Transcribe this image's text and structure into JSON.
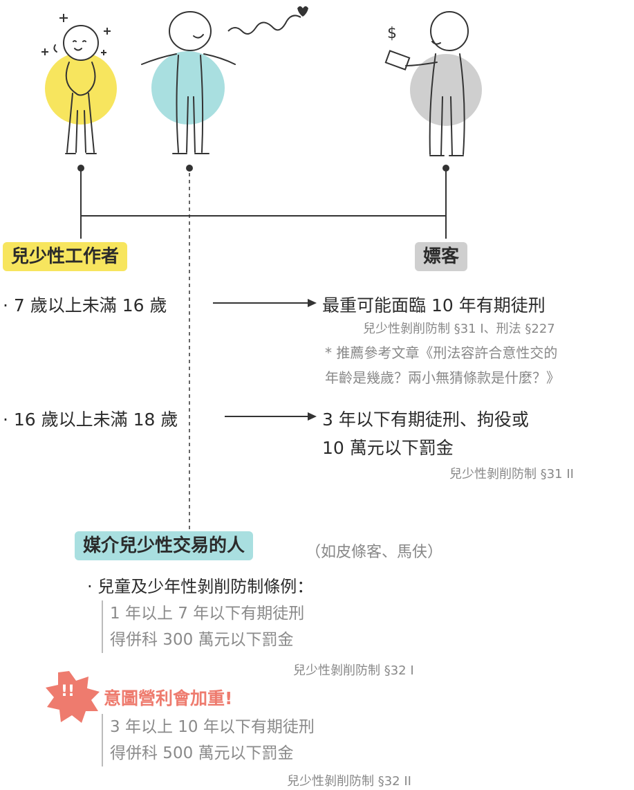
{
  "colors": {
    "yellow": "#f7e55e",
    "teal": "#a9dfe0",
    "gray": "#cfcfcf",
    "red": "#ee7b6e",
    "line": "#333333"
  },
  "labels": {
    "child_worker": "兒少性工作者",
    "client": "嫖客",
    "broker": "媒介兒少性交易的人",
    "broker_note": "（如皮條客、馬伕）"
  },
  "rows": [
    {
      "age": "· 7 歲以上未滿 16 歲",
      "penalty": [
        "最重可能面臨 10 年有期徒刑"
      ],
      "cite": "兒少性剝削防制 §31 I、刑法 §227",
      "note": [
        "* 推薦參考文章《刑法容許合意性交的",
        "年齡是幾歲？兩小無猜條款是什麼？》"
      ]
    },
    {
      "age": "· 16 歲以上未滿 18 歲",
      "penalty": [
        "3 年以下有期徒刑、拘役或",
        "10 萬元以下罰金"
      ],
      "cite": "兒少性剝削防制 §31 II"
    }
  ],
  "broker_section": {
    "law_title": "· 兒童及少年性剝削防制條例：",
    "basic": [
      "1 年以上 7 年以下有期徒刑",
      "得併科 300 萬元以下罰金"
    ],
    "basic_cite": "兒少性剝削防制 §32 I",
    "warning_icon": "!!",
    "warning": "意圖營利會加重!",
    "aggravated": [
      "3 年以上 10 年以下有期徒刑",
      "得併科 500 萬元以下罰金"
    ],
    "aggravated_cite": "兒少性剝削防制 §32 II"
  }
}
